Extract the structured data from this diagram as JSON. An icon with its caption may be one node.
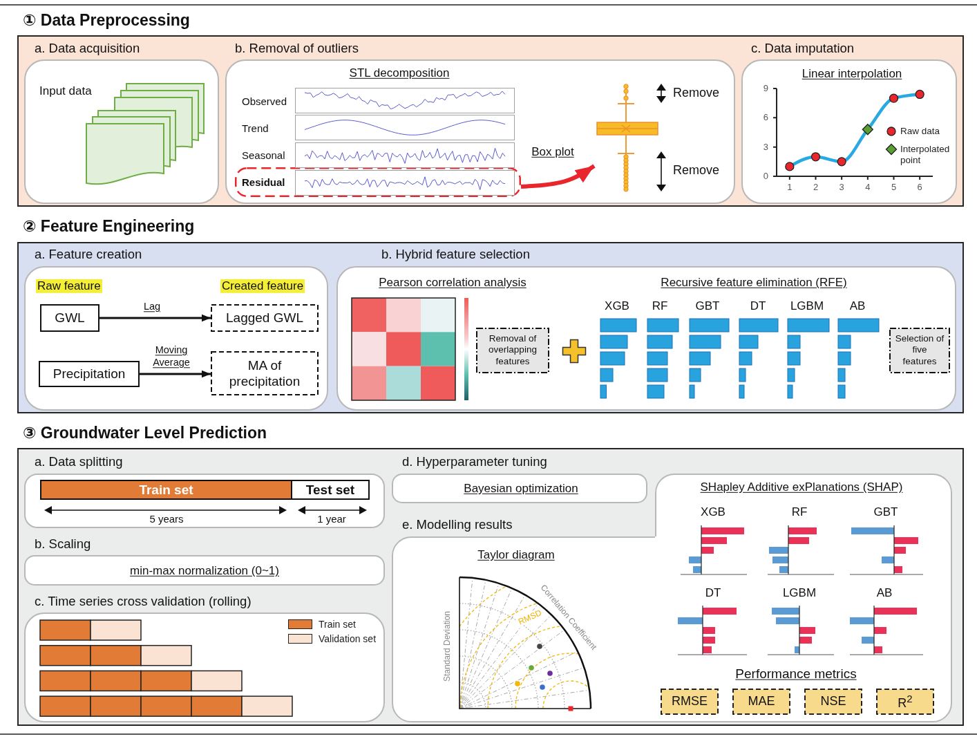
{
  "diagram": {
    "nodes": [
      {
        "text": [
          "① Data Preprocessing"
        ]
      },
      {
        "text": [
          "a. Data acquisition",
          "Input data"
        ],
        "in": 0
      },
      {
        "text": [
          "b. Removal of outliers",
          "STL decomposition"
        ],
        "in": 0
      },
      {
        "text": [
          "Residual"
        ],
        "in": 2
      },
      {
        "text": [],
        "shape": "picture",
        "in": 2,
        "beside": [
          "Remove",
          "Remove"
        ]
      },
      {
        "text": [
          "c. Data imputation"
        ],
        "in": 0
      },
      {
        "text": [
          "② Feature Engineering"
        ]
      },
      {
        "text": [
          "a. Feature creation",
          "Raw feature",
          "Created feature"
        ],
        "in": 6
      },
      {
        "text": [
          "GWL"
        ],
        "in": 7
      },
      {
        "text": [
          "Lagged GWL"
        ],
        "in": 7
      },
      {
        "text": [
          "Precipitation"
        ],
        "in": 7
      },
      {
        "text": [
          "MA of precipitation"
        ],
        "in": 7
      },
      {
        "text": [
          "b. Hybrid feature selection",
          "Pearson correlation analysis",
          "Recursive feature elimination (RFE)"
        ],
        "in": 6
      },
      {
        "text": [
          "Removal of overlapping features"
        ],
        "in": 12
      },
      {
        "text": [
          "Selection of five features"
        ],
        "in": 12
      },
      {
        "text": [
          "③ Groundwater Level Prediction"
        ]
      },
      {
        "text": [
          "a. Data splitting"
        ],
        "in": 15
      },
      {
        "text": [
          "Train set"
        ],
        "in": 16
      },
      {
        "text": [
          "Test set"
        ],
        "in": 16
      },
      {
        "text": [
          "b. Scaling",
          "min-max normalization (0~1)"
        ],
        "in": 15
      },
      {
        "text": [
          "c. Time series cross validation (rolling)"
        ],
        "in": 15
      },
      {
        "text": [
          "d. Hyperparameter tuning",
          "Bayesian optimization"
        ],
        "in": 15
      },
      {
        "text": [
          "e. Modelling results",
          "Taylor diagram"
        ],
        "in": 15
      },
      {
        "text": [
          "SHapley Additive exPlanations (SHAP)",
          "Performance metrics"
        ],
        "in": 15
      },
      {
        "text": [
          "RMSE"
        ],
        "in": 23
      },
      {
        "text": [
          "MAE"
        ],
        "in": 23
      },
      {
        "text": [
          "NSE"
        ],
        "in": 23
      },
      {
        "text": [
          "R$^{2}$"
        ],
        "in": 23
      }
    ],
    "edges": [
      {
        "from": 3,
        "to": 4,
        "arrow": "to",
        "label": "Box plot",
        "style": "thick",
        "color": "#e8262b"
      },
      {
        "from": 8,
        "to": 9,
        "arrow": "to",
        "label": "Lag"
      },
      {
        "from": 10,
        "to": 11,
        "arrow": "to",
        "label": "Moving Average"
      }
    ],
    "labels": [
      "Observed",
      "Trend",
      "Seasonal",
      "XGB",
      "RF",
      "GBT",
      "DT",
      "LGBM",
      "AB",
      "5 years",
      "1 year",
      "Standard Deviation",
      "RMSD",
      "Correlation Coefficient",
      "XGB",
      "RF",
      "GBT",
      "DT",
      "LGBM",
      "AB"
    ],
    "legend": [
      {
        "text": "Train set",
        "color": "#e27b35"
      },
      {
        "text": "Validation set",
        "color": "#fbe3d3"
      }
    ],
    "chart_data": {
      "type": "line",
      "title": "Linear interpolation",
      "x": [
        1,
        2,
        3,
        4,
        5,
        6
      ],
      "xlim": [
        0.5,
        6.5
      ],
      "ylim": [
        0,
        9
      ],
      "xticks": [
        1,
        2,
        3,
        4,
        5,
        6
      ],
      "yticks": [
        0,
        3,
        6,
        9
      ],
      "legend": "right",
      "series": [
        {
          "color": "#29a9e1",
          "values": [
            1,
            2,
            1.5,
            4.8,
            8,
            8.4
          ],
          "marker": "none"
        },
        {
          "type": "scatter",
          "name": "Raw data",
          "color": "#e8262b",
          "values": [
            1,
            2,
            1.5,
            null,
            8,
            8.4
          ],
          "marker": "circle"
        },
        {
          "type": "scatter",
          "name": "Interpolated point",
          "color": "#5b9e32",
          "values": [
            null,
            null,
            null,
            4.8,
            null,
            null
          ],
          "marker": "diamond"
        }
      ]
    }
  }
}
